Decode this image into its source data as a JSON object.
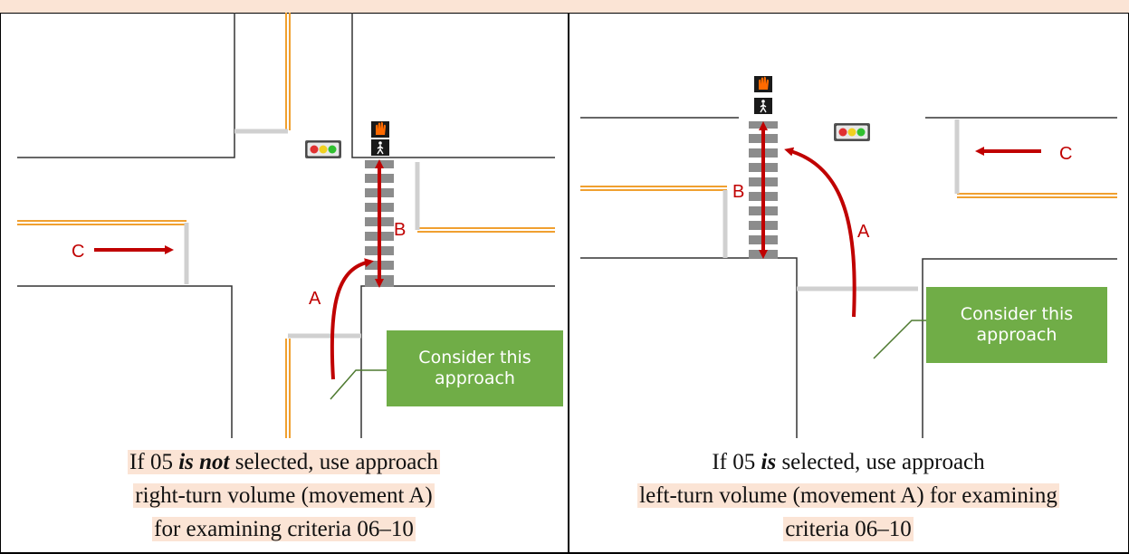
{
  "left_panel": {
    "labels": {
      "movement_a": "A",
      "movement_b": "B",
      "movement_c": "C"
    },
    "callout": "Consider this approach",
    "caption": {
      "line1_prefix": "If 05 ",
      "line1_emphasis": "is not",
      "line1_suffix": " selected, use approach",
      "line2": "right-turn volume (movement A)",
      "line3": "for examining criteria 06–10"
    }
  },
  "right_panel": {
    "labels": {
      "movement_a": "A",
      "movement_b": "B",
      "movement_c": "C"
    },
    "callout": "Consider this approach",
    "caption": {
      "line1_prefix": "If 05 ",
      "line1_emphasis": "is",
      "line1_suffix": " selected, use approach",
      "line2": "left-turn volume (movement A) for examining",
      "line3": "criteria 06–10"
    }
  },
  "colors": {
    "arrow": "#c00000",
    "curb_orange": "#f0a030",
    "stop_bar": "#d0d0d0",
    "callout_bg": "#70ad47",
    "caption_highlight": "#fbe4d5"
  }
}
